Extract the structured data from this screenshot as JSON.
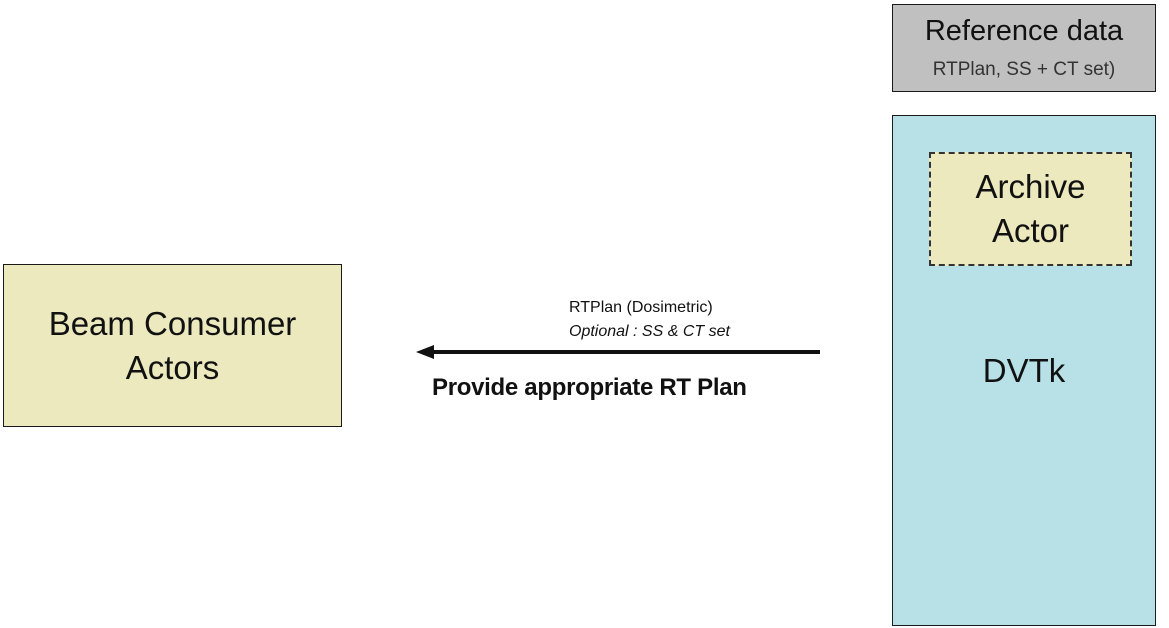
{
  "nodes": {
    "beam_consumer": {
      "line1": "Beam Consumer",
      "line2": "Actors"
    },
    "reference_data": {
      "title": "Reference data",
      "subtitle": "RTPlan, SS + CT set)"
    },
    "dvtk": {
      "label": "DVTk"
    },
    "archive_actor": {
      "line1": "Archive",
      "line2": "Actor"
    }
  },
  "edge": {
    "message_line1": "RTPlan (Dosimetric)",
    "message_line2": "Optional : SS & CT set",
    "transaction": "Provide appropriate RT Plan",
    "direction": "DVTk to Beam Consumer Actors"
  },
  "colors": {
    "actor_fill": "#ebe9bd",
    "reference_fill": "#c0c0c0",
    "dvtk_fill": "#b7e1e7",
    "stroke": "#1a1a1a"
  }
}
